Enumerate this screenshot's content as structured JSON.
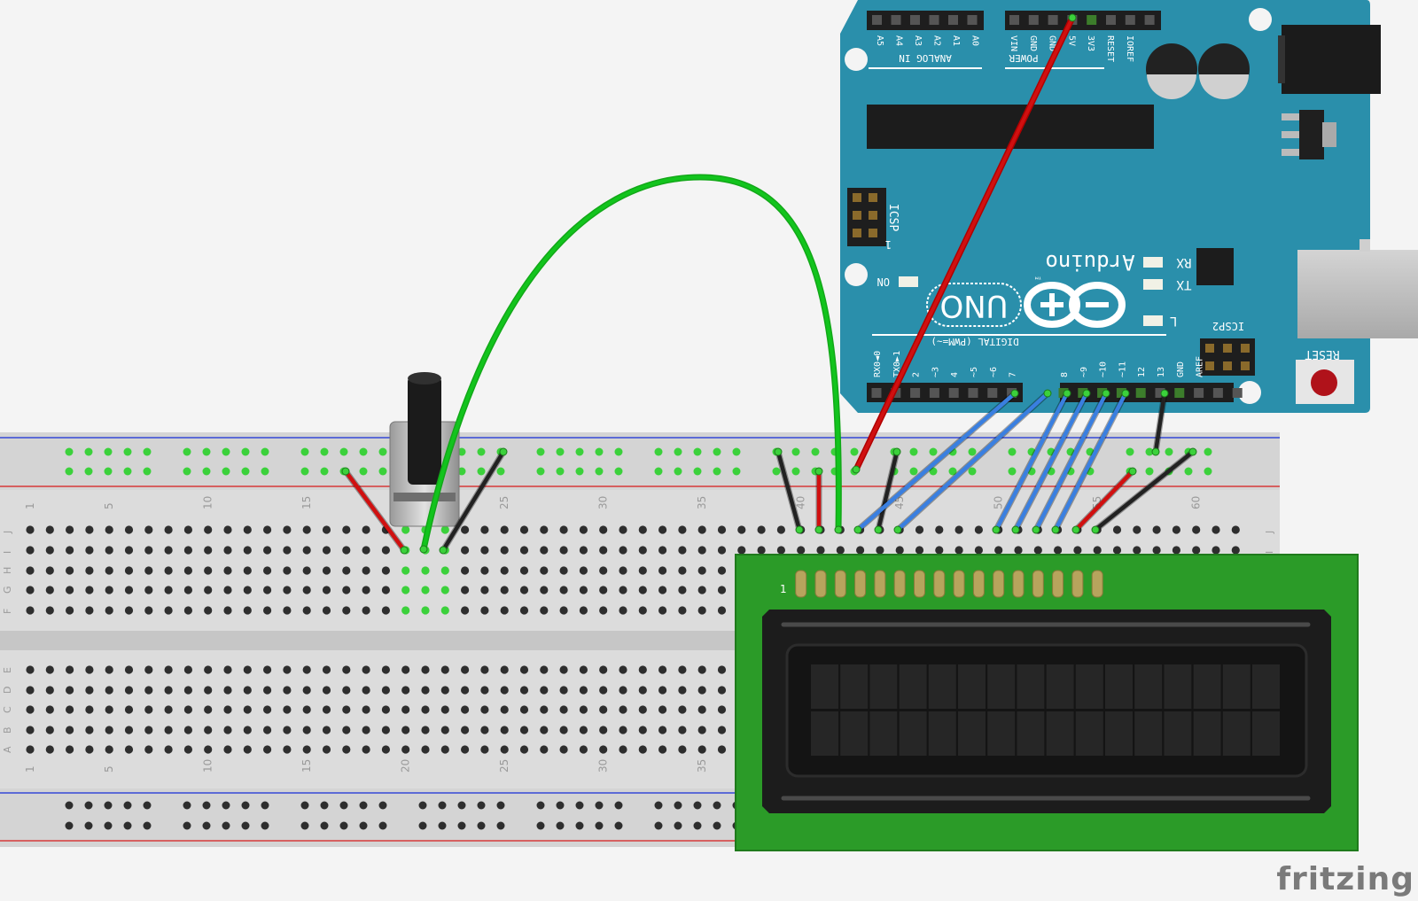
{
  "brand": "fritzing",
  "breadboard": {
    "column_numbers": [
      "1",
      "5",
      "10",
      "15",
      "20",
      "25",
      "30",
      "35",
      "40",
      "45",
      "50",
      "55",
      "60"
    ],
    "row_letters_top": [
      "J",
      "I",
      "H",
      "G",
      "F"
    ],
    "row_letters_bottom": [
      "E",
      "D",
      "C",
      "B",
      "A"
    ]
  },
  "arduino": {
    "analog_pins": [
      "A5",
      "A4",
      "A3",
      "A2",
      "A1",
      "A0"
    ],
    "analog_header": "ANALOG IN",
    "power_pins": [
      "VIN",
      "GND",
      "GND",
      "5V",
      "3V3",
      "RESET",
      "IOREF"
    ],
    "power_header": "POWER",
    "digital_pins": [
      "RX0◄0",
      "TX0►1",
      "2",
      "~3",
      "4",
      "~5",
      "~6",
      "7",
      "8",
      "~9",
      "~10",
      "~11",
      "12",
      "13",
      "GND",
      "AREF"
    ],
    "digital_header": "DIGITAL (PWM=~)",
    "icsp": "ICSP",
    "icsp_pin1": "1",
    "icsp2": "ICSP2",
    "name": "Arduino",
    "tm": "™",
    "model": "UNO",
    "on_label": "ON",
    "rx": "RX",
    "tx": "TX",
    "l": "L",
    "reset": "RESET"
  },
  "lcd": {
    "pin1_label": "1",
    "pin_count": 16,
    "char_columns": 16,
    "char_rows": 2
  },
  "colors": {
    "arduino_board": "#2a8fab",
    "lcd_board": "#2b9b28",
    "wire_green": "#12c41d",
    "wire_red": "#d01010",
    "wire_blue": "#3a7fe0",
    "wire_black": "#222222"
  }
}
